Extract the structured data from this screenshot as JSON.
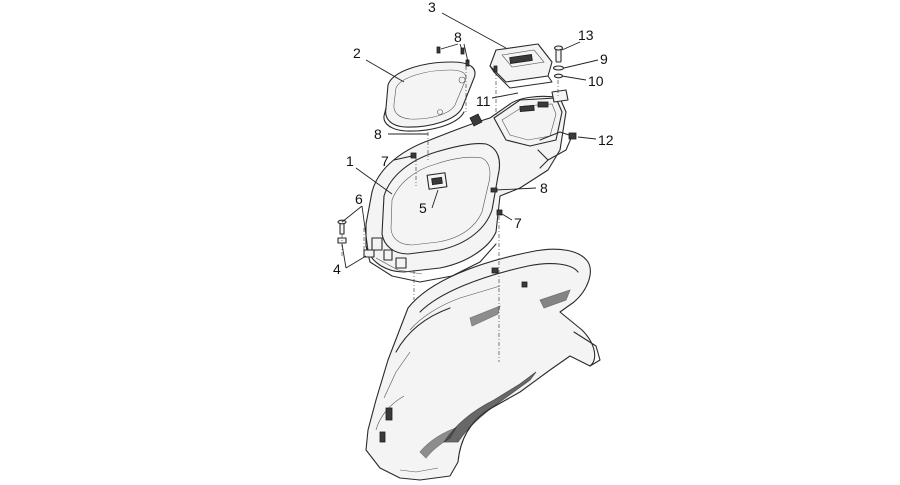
{
  "callouts": [
    {
      "id": "c1",
      "text": "1"
    },
    {
      "id": "c2",
      "text": "2"
    },
    {
      "id": "c3",
      "text": "3"
    },
    {
      "id": "c4",
      "text": "4"
    },
    {
      "id": "c5",
      "text": "5"
    },
    {
      "id": "c6",
      "text": "6"
    },
    {
      "id": "c7a",
      "text": "7"
    },
    {
      "id": "c7b",
      "text": "7"
    },
    {
      "id": "c8a",
      "text": "8"
    },
    {
      "id": "c8b",
      "text": "8"
    },
    {
      "id": "c8c",
      "text": "8"
    },
    {
      "id": "c9",
      "text": "9"
    },
    {
      "id": "c10",
      "text": "10"
    },
    {
      "id": "c11",
      "text": "11"
    },
    {
      "id": "c12",
      "text": "12"
    },
    {
      "id": "c13",
      "text": "13"
    }
  ]
}
